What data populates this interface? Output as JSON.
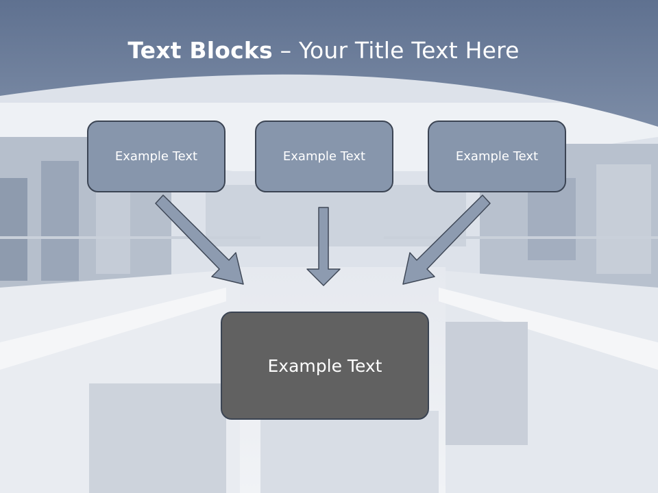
{
  "slide": {
    "title_bold": "Text Blocks",
    "title_rest": " – Your Title Text Here",
    "blocks": [
      "Example Text",
      "Example Text",
      "Example Text"
    ],
    "main_block": "Example Text"
  },
  "colors": {
    "header_band": "#6b7d98",
    "block_fill": "#8796ac",
    "block_border": "#3b4453",
    "main_fill": "#616161",
    "arrow_fill": "#8d9bb0"
  }
}
